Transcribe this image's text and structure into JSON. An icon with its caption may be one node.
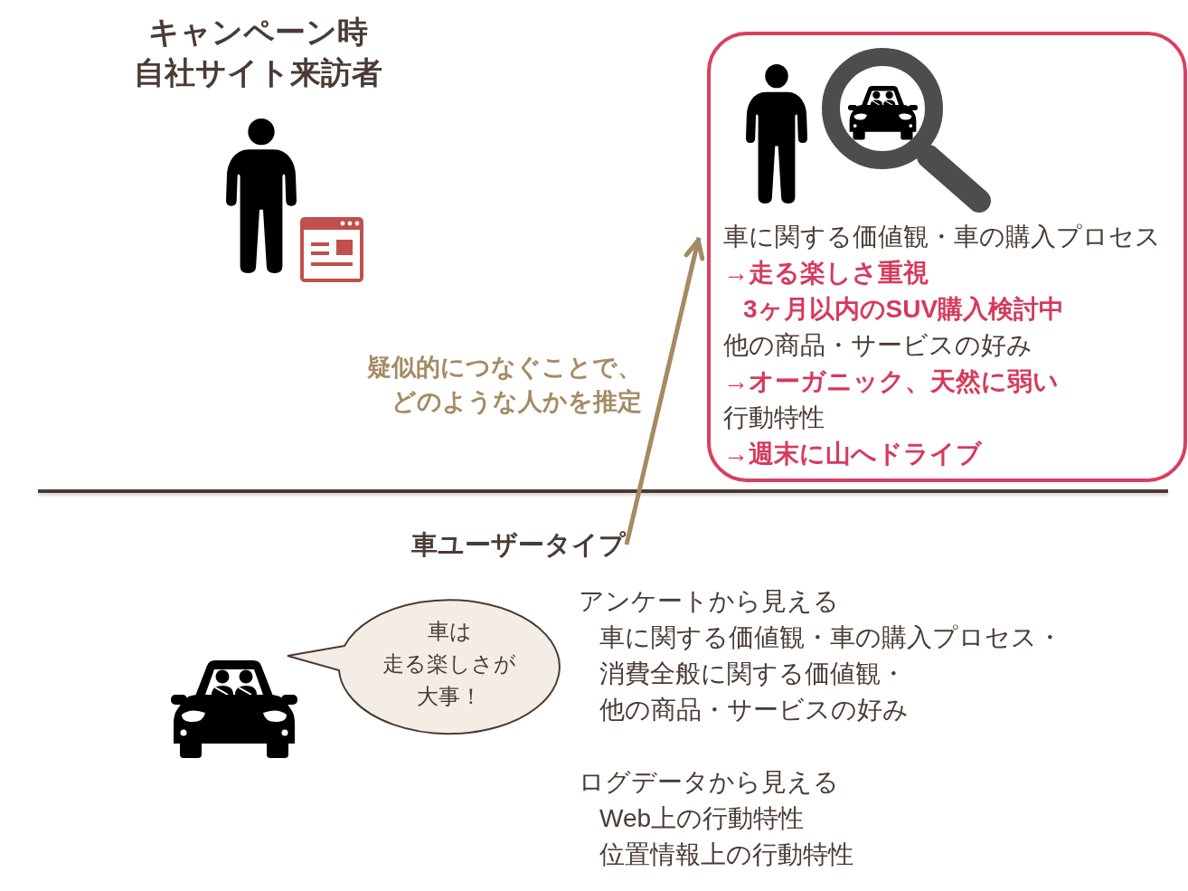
{
  "diagram": {
    "nodes": [
      {
        "text": [
          "車に関する価値観・車の購入プロセス",
          "→走る楽しさ重視",
          "3ヶ月以内のSUV購入検討中",
          "他の商品・サービスの好み",
          "→オーガニック、天然に弱い",
          "行動特性",
          "→週末に山へドライブ"
        ]
      },
      {
        "text": [
          "車ユーザータイプ"
        ]
      },
      {
        "text": [
          "車は走る楽しさが大事！"
        ]
      }
    ],
    "edges": [
      {
        "from": 1,
        "to": 0,
        "arrow": "to",
        "label": "疑似的につなぐことで、どのような人かを推定"
      }
    ],
    "labels": [
      "キャンペーン時自社サイト来訪者",
      "アンケートから見える",
      "車に関する価値観・車の購入プロセス・",
      "消費全般に関する価値観・",
      "他の商品・サービスの好み",
      "ログデータから見える",
      "Web上の行動特性",
      "位置情報上の行動特性"
    ]
  }
}
